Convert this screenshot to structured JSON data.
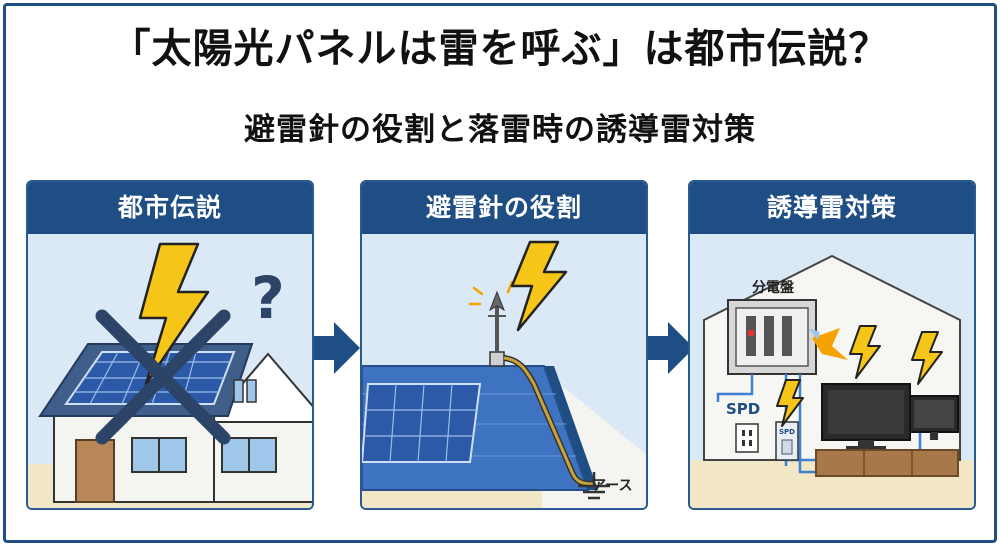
{
  "title": "「太陽光パネルは雷を呼ぶ」は都市伝説？",
  "subtitle": "避雷針の役割と落雷時の誘導雷対策",
  "panels": [
    {
      "heading": "都市伝説",
      "question_mark": "?"
    },
    {
      "heading": "避雷針の役割",
      "ground_label": "アース"
    },
    {
      "heading": "誘導雷対策",
      "breaker_label": "分電盤",
      "spd_label": "SPD",
      "spd_small_label": "SPD"
    }
  ],
  "colors": {
    "navy": "#1f4e84",
    "highlight": "#f7df5a",
    "lightning": "#f5c518",
    "sky": "#dbe9f7"
  }
}
